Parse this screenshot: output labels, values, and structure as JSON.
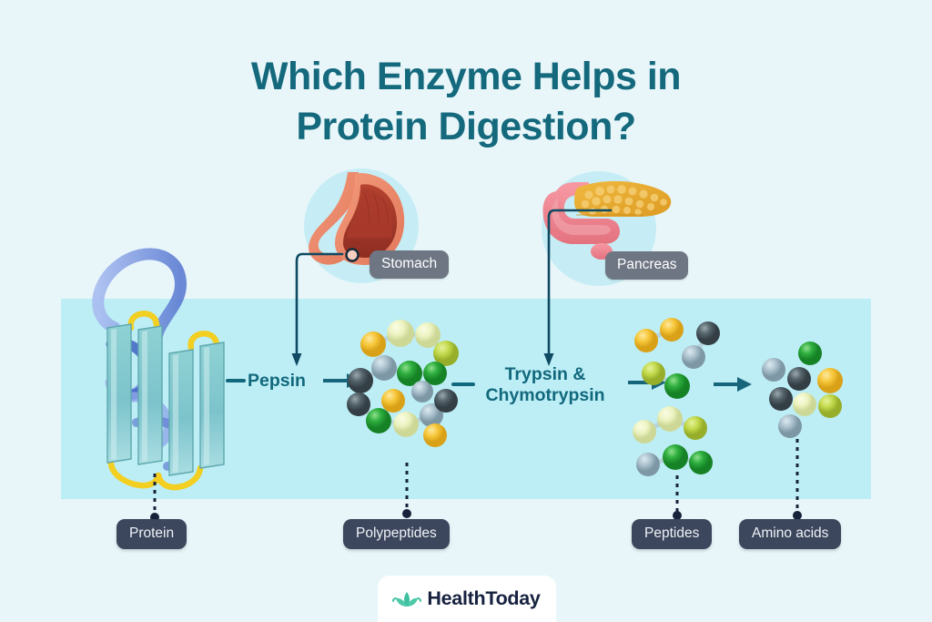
{
  "page": {
    "background_color": "#e8f6fa",
    "band_color": "#bdeef6"
  },
  "title": {
    "line1": "Which Enzyme Helps in",
    "line2": "Protein Digestion?",
    "color": "#14697d"
  },
  "organs": [
    {
      "id": "stomach",
      "label": "Stomach",
      "icon": "stomach-icon",
      "pill_color": "#6e7684"
    },
    {
      "id": "pancreas",
      "label": "Pancreas",
      "icon": "pancreas-icon",
      "pill_color": "#6e7684"
    }
  ],
  "enzymes": [
    {
      "id": "pepsin",
      "label": "Pepsin",
      "line1": "Pepsin",
      "line2": "",
      "color": "#11687c"
    },
    {
      "id": "trypsin-chymotrypsin",
      "label": "Trypsin & Chymotrypsin",
      "line1": "Trypsin &",
      "line2": "Chymotrypsin",
      "color": "#11687c"
    }
  ],
  "stages": [
    {
      "id": "protein",
      "label": "Protein",
      "molecule": "protein-ribbon-structure"
    },
    {
      "id": "polypeptides",
      "label": "Polypeptides",
      "molecule": "polypeptide-chain"
    },
    {
      "id": "peptides",
      "label": "Peptides",
      "molecule": "peptide-fragments"
    },
    {
      "id": "amino-acids",
      "label": "Amino acids",
      "molecule": "amino-acid-spheres"
    }
  ],
  "logo": {
    "name_part1": "Health",
    "name_part2": "Today",
    "mark": "lotus-icon",
    "mark_color": "#3fc0a0",
    "text_color": "#16213f"
  },
  "colors": {
    "teal_dark": "#11687c",
    "arrow": "#17657a",
    "sphere_yellow": "#f6c638",
    "sphere_pale_yellow": "#edf3c2",
    "sphere_yellow_green": "#c2d84a",
    "sphere_green": "#2eae3e",
    "sphere_gray_blue": "#a9c0cc",
    "sphere_slate": "#55636b",
    "ribbon_teal": "#7fc3c9",
    "ribbon_blue": "#8fa8e8",
    "loop_yellow": "#f2cf21"
  }
}
